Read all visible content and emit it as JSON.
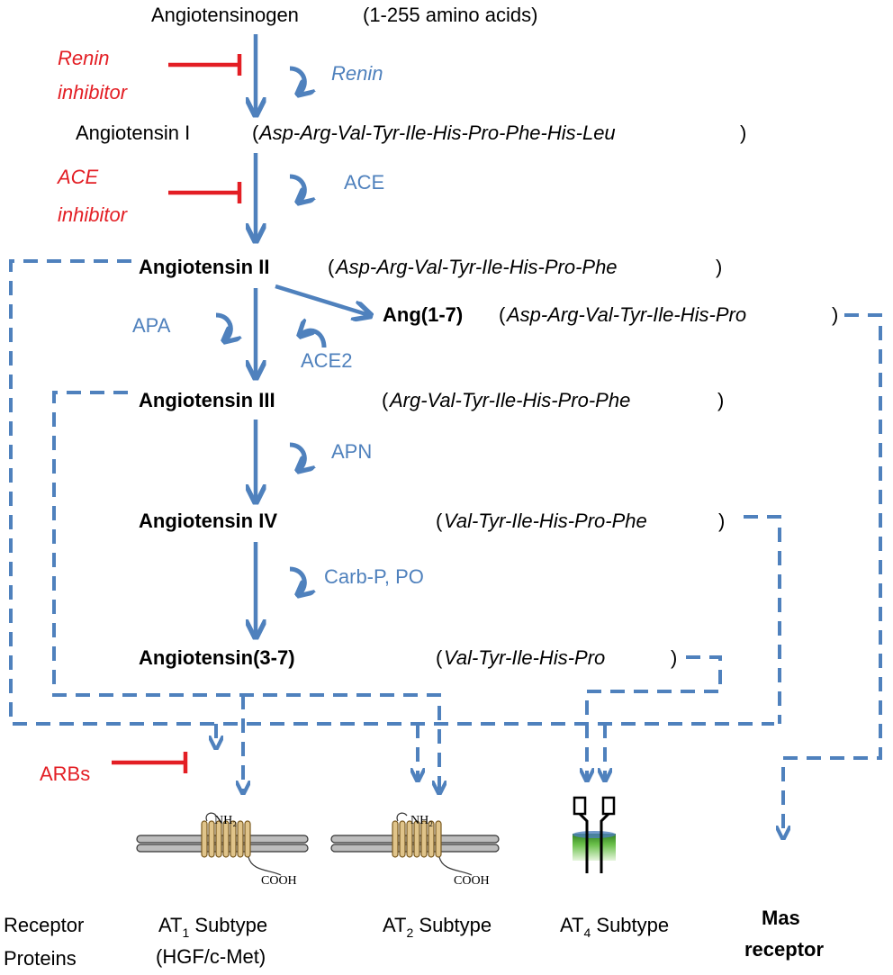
{
  "colors": {
    "arrow": "#4f81bd",
    "inhibitor": "#e31e24",
    "text": "#000000",
    "membrane_green": "#6ac04a"
  },
  "molecules": {
    "angiotensinogen": {
      "name": "Angiotensinogen",
      "sequence": "(1-255 amino acids)"
    },
    "ang1": {
      "name": "Angiotensin I",
      "sequence": "Asp-Arg-Val-Tyr-Ile-His-Pro-Phe-His-Leu"
    },
    "ang2": {
      "name": "Angiotensin II",
      "sequence": "Asp-Arg-Val-Tyr-Ile-His-Pro-Phe"
    },
    "ang17": {
      "name": "Ang(1-7)",
      "sequence": "Asp-Arg-Val-Tyr-Ile-His-Pro"
    },
    "ang3": {
      "name": "Angiotensin III",
      "sequence": "Arg-Val-Tyr-Ile-His-Pro-Phe"
    },
    "ang4": {
      "name": "Angiotensin IV",
      "sequence": "Val-Tyr-Ile-His-Pro-Phe"
    },
    "ang37": {
      "name": "Angiotensin(3-7)",
      "sequence": "Val-Tyr-Ile-His-Pro"
    }
  },
  "paren_open": "(",
  "paren_close": ")",
  "enzymes": {
    "renin": "Renin",
    "ace": "ACE",
    "apa": "APA",
    "ace2": "ACE2",
    "apn": "APN",
    "carb": "Carb-P, PO"
  },
  "inhibitors": {
    "renin_line1": "Renin",
    "renin_line2": "inhibitor",
    "ace_line1": "ACE",
    "ace_line2": "inhibitor",
    "arbs": "ARBs"
  },
  "receptor_glyph": {
    "nh2": "NH₂",
    "cooh": "COOH"
  },
  "receptors": {
    "row_label_line1": "Receptor",
    "row_label_line2": "Proteins",
    "at1_prefix": "AT",
    "at1_sub": "1",
    "at1_suffix": " Subtype",
    "at1_line2": "(HGF/c-Met)",
    "at2_prefix": "AT",
    "at2_sub": "2",
    "at2_suffix": " Subtype",
    "at4_prefix": "AT",
    "at4_sub": "4",
    "at4_suffix": " Subtype",
    "mas_line1": "Mas",
    "mas_line2": "receptor"
  }
}
